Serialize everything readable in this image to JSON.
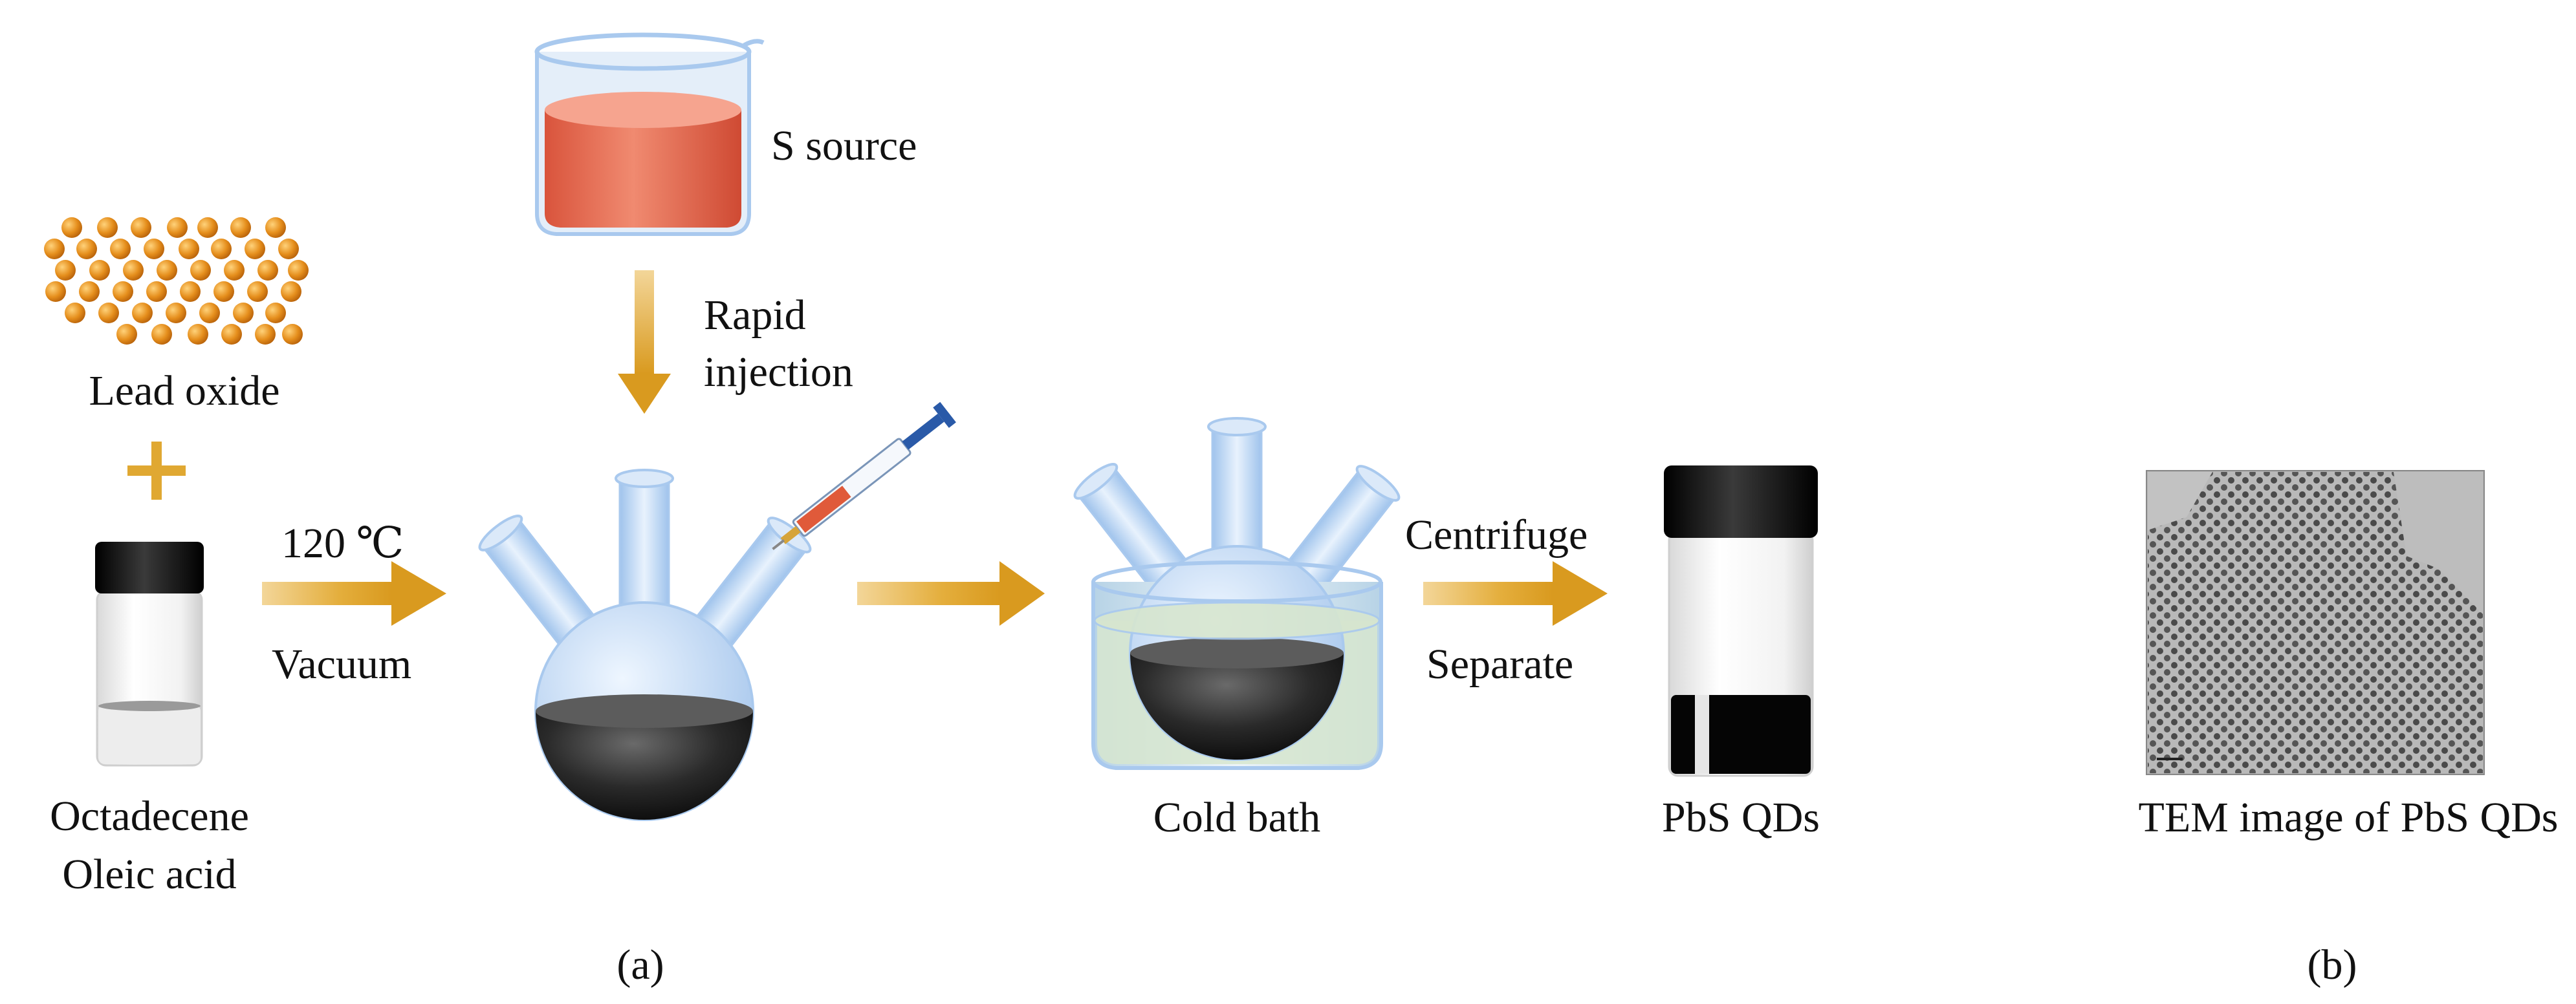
{
  "labels": {
    "lead_oxide": "Lead oxide",
    "octadecene": "Octadecene",
    "oleic_acid": "Oleic acid",
    "temperature": "120 ℃",
    "vacuum": "Vacuum",
    "s_source": "S source",
    "rapid": "Rapid",
    "injection": "injection",
    "cold_bath": "Cold bath",
    "centrifuge": "Centrifuge",
    "separate": "Separate",
    "pbs_qds": "PbS QDs",
    "tem_caption": "TEM image of PbS QDs",
    "panel_a": "(a)",
    "panel_b": "(b)"
  },
  "colors": {
    "arrow_gold": "#e0a832",
    "glass_blue": "#a9c9ee",
    "s_source_red": "#e8735c",
    "solution_black": "#1a1a1a",
    "bead_orange": "#e08a1e",
    "bath_liquid": "#d6e4cc"
  }
}
